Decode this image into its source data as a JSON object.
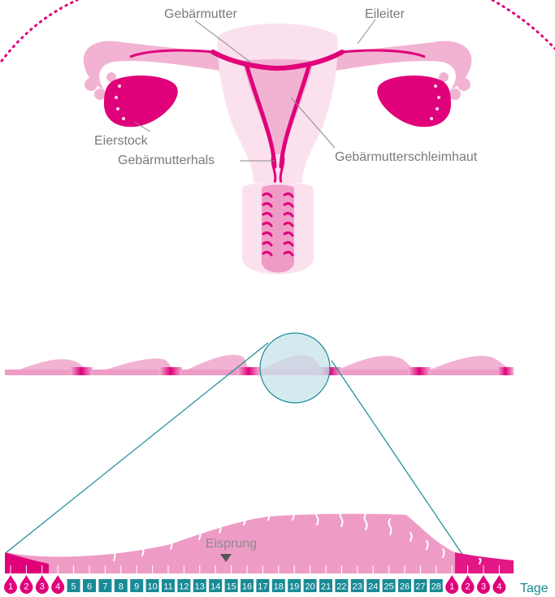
{
  "labels": {
    "uterus": "Gebärmutter",
    "fallopian_tube": "Eileiter",
    "ovary": "Eierstock",
    "cervix": "Gebärmutterhals",
    "endometrium": "Gebärmutterschleimhaut",
    "ovulation": "Eisprung",
    "days_unit": "Tage"
  },
  "cycle": {
    "menstruation_days_start": [
      "1",
      "2",
      "3",
      "4"
    ],
    "cycle_days": [
      "5",
      "6",
      "7",
      "8",
      "9",
      "10",
      "11",
      "12",
      "13",
      "14",
      "15",
      "16",
      "17",
      "18",
      "19",
      "20",
      "21",
      "22",
      "23",
      "24",
      "25",
      "26",
      "27",
      "28"
    ],
    "menstruation_days_next": [
      "1",
      "2",
      "3",
      "4"
    ],
    "ovulation_day": 14
  },
  "colors": {
    "magenta": "#e0007a",
    "pink_light": "#f2b3d3",
    "pink_mid": "#ee9cc6",
    "pink_pale": "#fbe1ee",
    "teal": "#1a8a96",
    "lens_fill": "#c5e3ea",
    "label_gray": "#7a7a7a"
  }
}
